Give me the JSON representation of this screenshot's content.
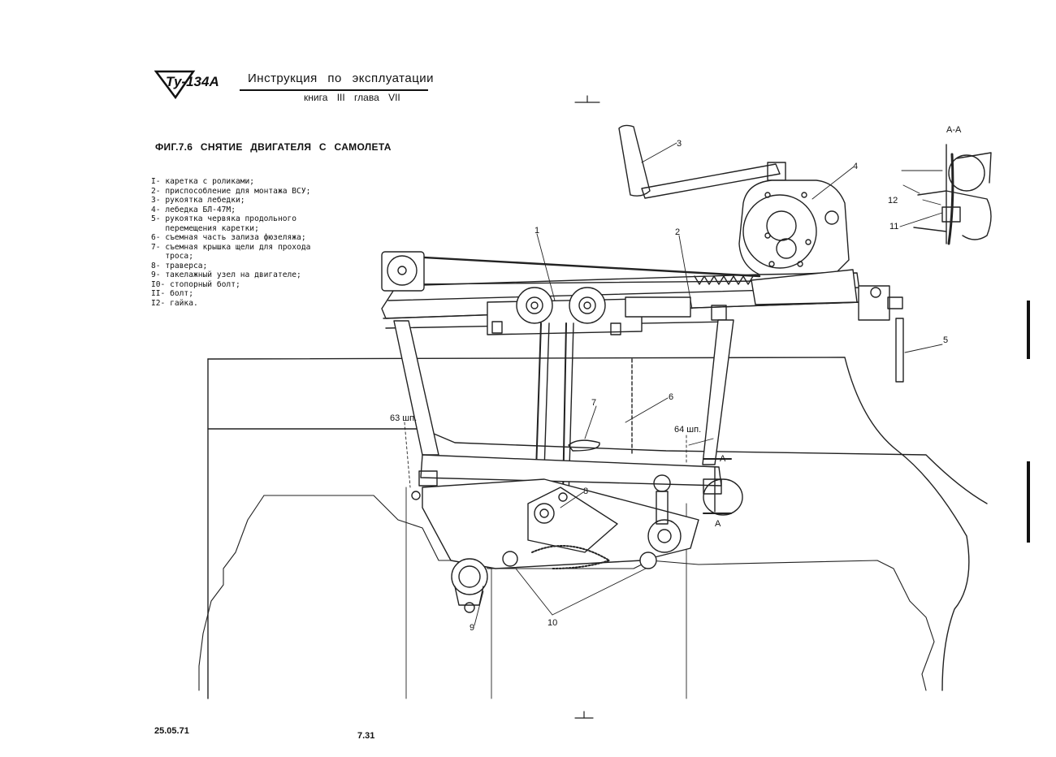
{
  "header": {
    "logo_text": "Ту-134А",
    "title": "Инструкция по эксплуатации",
    "subtitle": "книга III глава VII"
  },
  "figure": {
    "title": "ФИГ.7.6 СНЯТИЕ ДВИГАТЕЛЯ С САМОЛЕТА",
    "legend": [
      "I- каретка с роликами;",
      "2- приспособление для монтажа ВСУ;",
      "3- рукоятка лебедки;",
      "4- лебедка БЛ-47М;",
      "5- рукоятка червяка продольного\n   перемещения каретки;",
      "6- съемная часть зализа фюзеляжа;",
      "7- съемная крышка щели для прохода\n   троса;",
      "8- траверса;",
      "9- такелажный узел на двигателе;",
      "I0- стопорный болт;",
      "II- болт;",
      "I2- гайка."
    ],
    "callouts": [
      "1",
      "2",
      "3",
      "4",
      "5",
      "6",
      "7",
      "8",
      "9",
      "10",
      "11",
      "12"
    ],
    "frame_labels": [
      "63 шп.",
      "64 шп."
    ],
    "section_label": "А-А",
    "section_marks": [
      "А",
      "А"
    ]
  },
  "footer": {
    "date": "25.05.71",
    "page": "7.31"
  }
}
